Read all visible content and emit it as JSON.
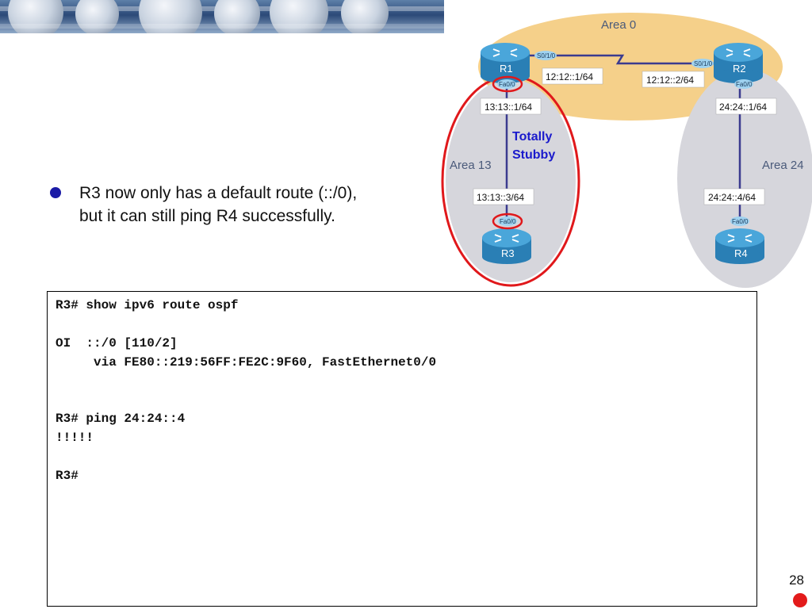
{
  "bullet": {
    "line1": "R3 now only has a default route (::/0),",
    "line2": "but it can still ping R4 successfully."
  },
  "diagram": {
    "areas": {
      "area0": "Area 0",
      "area13": "Area 13",
      "area24": "Area 24"
    },
    "stub_label_line1": "Totally",
    "stub_label_line2": "Stubby",
    "routers": {
      "r1": "R1",
      "r2": "R2",
      "r3": "R3",
      "r4": "R4"
    },
    "interfaces": {
      "r1_serial": "S0/1/0",
      "r2_serial": "S0/1/0",
      "r1_fa": "Fa0/0",
      "r2_fa": "Fa0/0",
      "r3_fa": "Fa0/0",
      "r4_fa": "Fa0/0"
    },
    "addresses": {
      "r1_serial": "12:12::1/64",
      "r2_serial": "12:12::2/64",
      "r1_fa": "13:13::1/64",
      "r3_fa": "13:13::3/64",
      "r2_fa": "24:24::1/64",
      "r4_fa": "24:24::4/64"
    },
    "colors": {
      "area0_fill": "#f5d08a",
      "area_gray": "#d6d6dc",
      "router_blue": "#2d8ec4",
      "link_color": "#3b3b8f",
      "highlight_red": "#e0181b",
      "stub_text": "#1a1acc"
    }
  },
  "cli": {
    "lines": [
      "R3# show ipv6 route ospf",
      "OI  ::/0 [110/2]",
      "     via FE80::219:56FF:FE2C:9F60, FastEthernet0/0",
      "R3# ping 24:24::4",
      "!!!!!",
      "R3#"
    ]
  },
  "footer": {
    "page_number": "28"
  }
}
